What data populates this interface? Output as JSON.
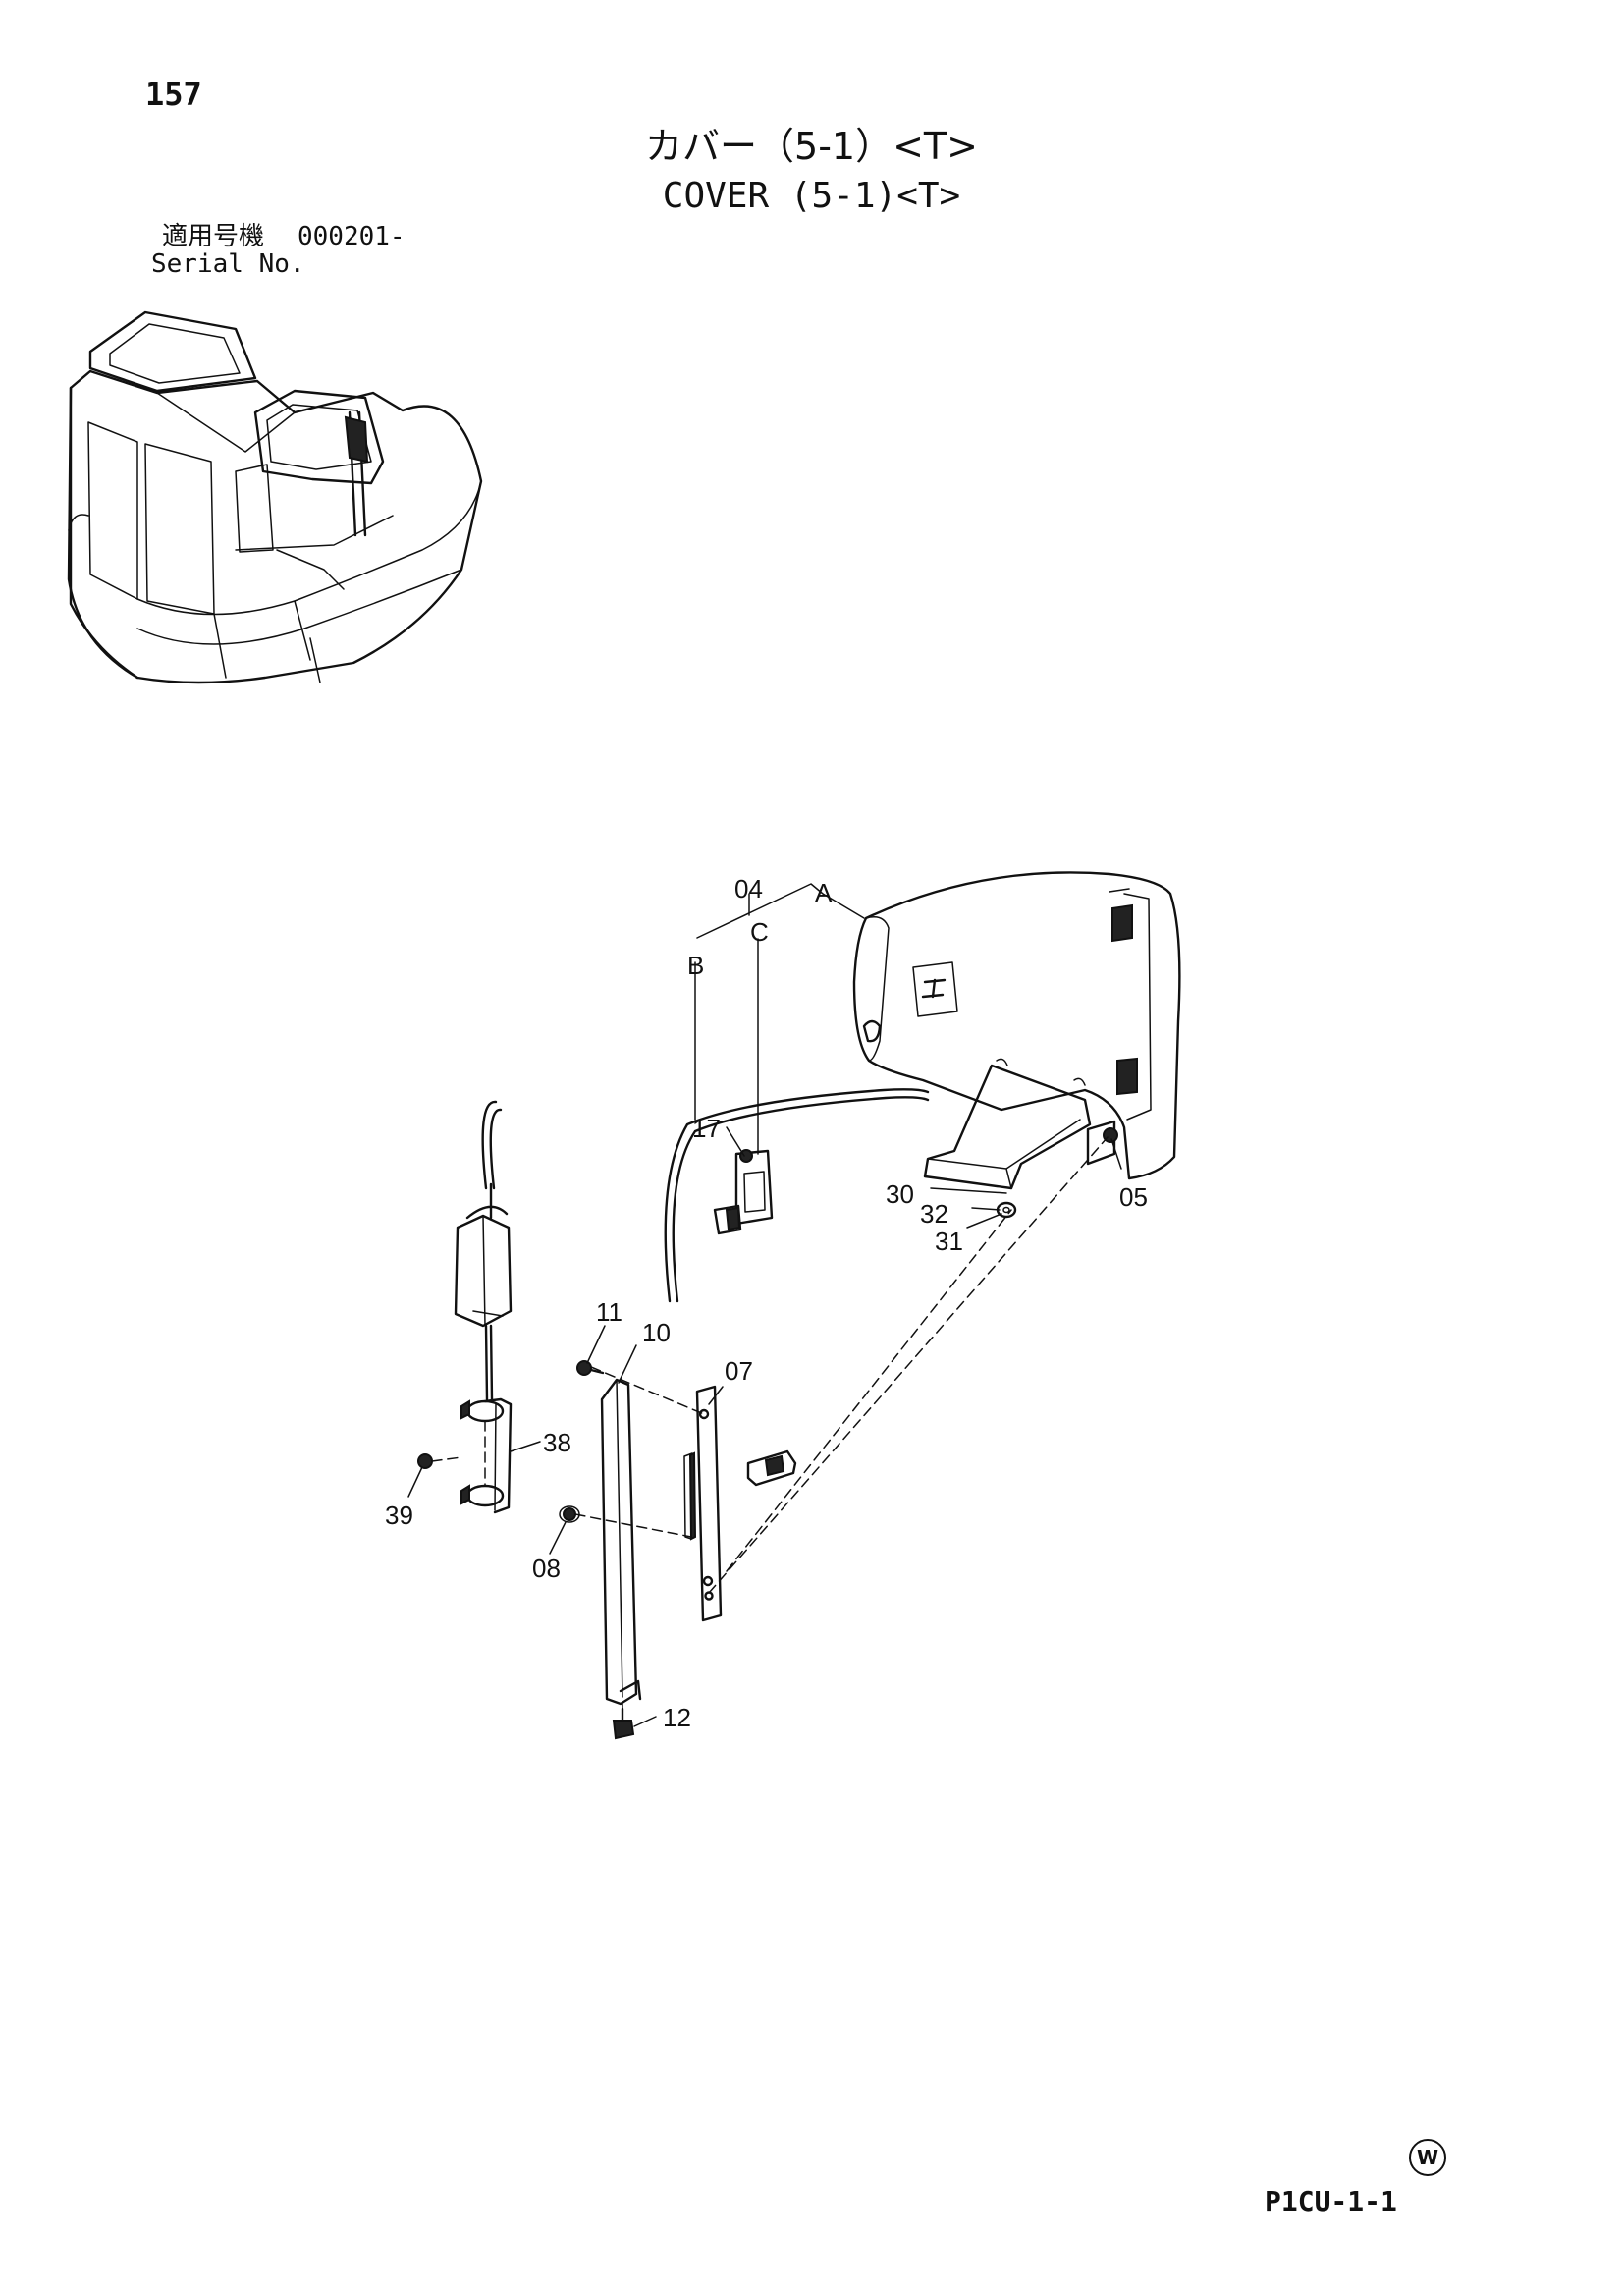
{
  "page_number": "157",
  "title_jp": "カバー（5-1）<T>",
  "title_en": "COVER (5-1)<T>",
  "serial": {
    "label_jp": "適用号機",
    "value": "000201-",
    "label_en": "Serial No."
  },
  "callouts": {
    "p04": "04",
    "pA": "A",
    "pC": "C",
    "pB": "B",
    "p17": "17",
    "p30": "30",
    "p32": "32",
    "p31": "31",
    "p05": "05",
    "p11": "11",
    "p10": "10",
    "p07": "07",
    "p38": "38",
    "p39": "39",
    "p08": "08",
    "p12": "12"
  },
  "watermark": "W",
  "code": "P1CU-1-1"
}
